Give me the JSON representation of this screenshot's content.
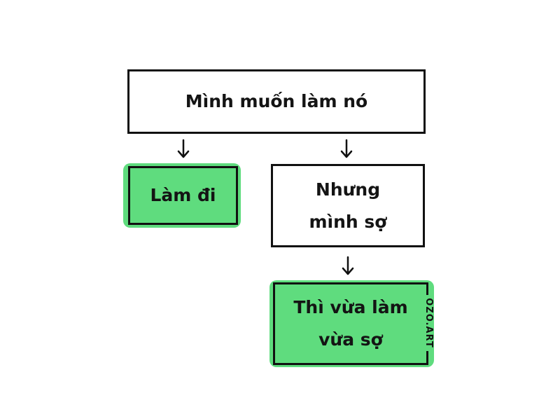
{
  "diagram": {
    "nodes": [
      {
        "id": "root",
        "label": "Mình muốn làm nó",
        "fill": "#ffffff"
      },
      {
        "id": "do-it",
        "label": "Làm đi",
        "fill": "#5fdc7e"
      },
      {
        "id": "but-afraid",
        "label_line1": "Nhưng",
        "label_line2": "mình sợ",
        "fill": "#ffffff"
      },
      {
        "id": "do-and-fear",
        "label_line1": "Thì vừa làm",
        "label_line2": "vừa sợ",
        "fill": "#5fdc7e"
      }
    ],
    "edges": [
      {
        "from": "root",
        "to": "do-it"
      },
      {
        "from": "root",
        "to": "but-afraid"
      },
      {
        "from": "but-afraid",
        "to": "do-and-fear"
      }
    ],
    "watermark": "OZO.ART",
    "colors": {
      "accent_green": "#5fdc7e",
      "stroke": "#111111"
    }
  }
}
